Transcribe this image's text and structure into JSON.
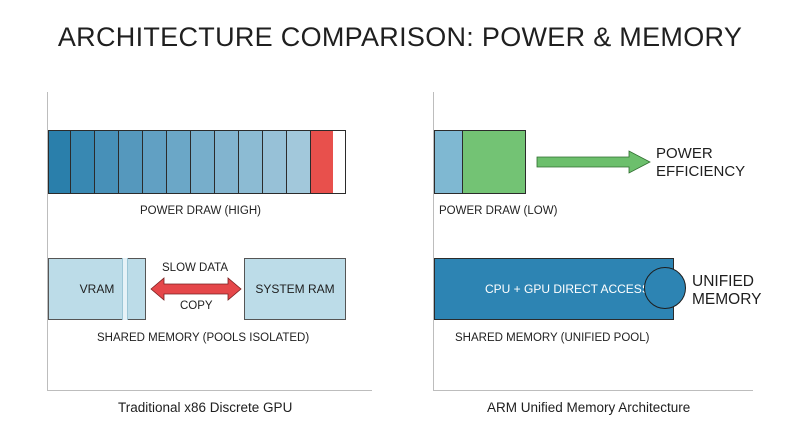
{
  "title": "ARCHITECTURE COMPARISON: POWER & MEMORY",
  "colors": {
    "x86_segments": [
      "#2a7fab",
      "#3888b2",
      "#4790b8",
      "#5598bd",
      "#61a0c3",
      "#6ba7c7",
      "#77aecb",
      "#82b4cf",
      "#8cbbd3",
      "#97c1d7",
      "#a2c8db"
    ],
    "x86_hot": "#e8504c",
    "arm_low": "#7fb8d2",
    "arm_green": "#73c374",
    "unified": "#2d84b3",
    "vram": "#bcdce8",
    "sysram": "#bcdce8",
    "copy_arrow": "#e5474a",
    "efficiency_arrow": "#6cbf6c"
  },
  "left": {
    "power_label": "POWER DRAW (HIGH)",
    "vram_label": "VRAM",
    "copy_label_line1": "SLOW DATA",
    "copy_label_line2": "COPY",
    "sysram_label": "SYSTEM RAM",
    "memory_label": "SHARED MEMORY (POOLS ISOLATED)",
    "caption": "Traditional x86 Discrete GPU"
  },
  "right": {
    "power_label": "POWER DRAW (LOW)",
    "efficiency_line1": "POWER",
    "efficiency_line2": "EFFICIENCY",
    "unified_bar_label": "CPU + GPU DIRECT ACCESS",
    "unified_line1": "UNIFIED",
    "unified_line2": "MEMORY",
    "memory_label": "SHARED MEMORY (UNIFIED POOL)",
    "caption": "ARM Unified Memory Architecture"
  }
}
